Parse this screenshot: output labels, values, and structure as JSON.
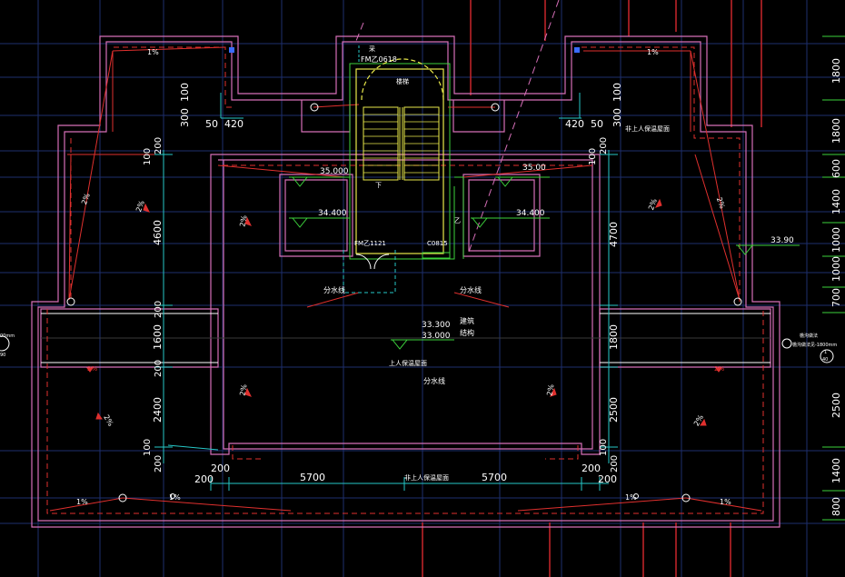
{
  "colors": {
    "background": "#000000",
    "grid": "#1e2f6e",
    "wall": "#d66fb8",
    "drain": "#e0302e",
    "dim": "#26c7c7",
    "text": "#ffffff",
    "green": "#3cd23c",
    "yellow": "#e8e84a",
    "blue": "#3a6cff"
  },
  "slope_labels": {
    "s1": "1%",
    "s2": "1%",
    "s3": "2%",
    "s4": "2%",
    "s5": "2%",
    "s6": "2%",
    "s7": "2%",
    "s8": "2%",
    "s9": "2%",
    "s10": "2%",
    "s11": "2%",
    "s12": "2%",
    "s13": "2%",
    "s14": "1%",
    "s15": "1%",
    "s16": "1%",
    "s17": "1%"
  },
  "elevations": {
    "e1": "35.000",
    "e2": "35.00",
    "e3": "34.400",
    "e4": "34.400",
    "e5": "33.90",
    "e6": "33.300",
    "e7": "33.000"
  },
  "annotations": {
    "door_top": "FM乙0618",
    "door_bottom": "FM乙1121",
    "window": "C0815",
    "stair_up": "下",
    "stair_small": "乙",
    "top_arc": "采",
    "arc_label": "楼梯",
    "divide_left": "分水线",
    "divide_right": "分水线",
    "divide_mid": "分水线",
    "roof_center": "上人保温屋面",
    "roof_upper": "非上人保温屋面",
    "roof_bottom": "非上人保温屋面",
    "gutter_1": "建筑",
    "gutter_2": "结构",
    "side_r1": "檐沟做法",
    "side_r2": "檐沟做法见-1800mm",
    "side_r3": "1",
    "side_r4": "40",
    "side_l1": "00mm",
    "left_stub": "90"
  },
  "dimensions": {
    "d_300": "300",
    "d_100a": "100",
    "d_50a": "50",
    "d_420a": "420",
    "d_420b": "420",
    "d_50b": "50",
    "d_300b": "300",
    "d_100b": "100",
    "d_200a": "200",
    "d_100c": "100",
    "d_4600": "4600",
    "d_200b": "200",
    "d_1600": "1600",
    "d_200c": "200",
    "d_2400": "2400",
    "d_100d": "100",
    "d_200d": "200",
    "d_200e": "200",
    "d_100e": "100",
    "d_4700": "4700",
    "d_1800": "1800",
    "d_2500": "2500",
    "d_100f": "100",
    "d_200f": "200",
    "d_200g": "200",
    "d_200h": "200",
    "d_5700a": "5700",
    "d_5700b": "5700",
    "d_200i": "200",
    "d_200j": "200",
    "r_1800a": "1800",
    "r_1800b": "1800",
    "r_600": "600",
    "r_1400a": "1400",
    "r_1000a": "1000",
    "r_1000b": "1000",
    "r_700": "700",
    "r_2500": "2500",
    "r_1400b": "1400",
    "r_800": "800"
  }
}
